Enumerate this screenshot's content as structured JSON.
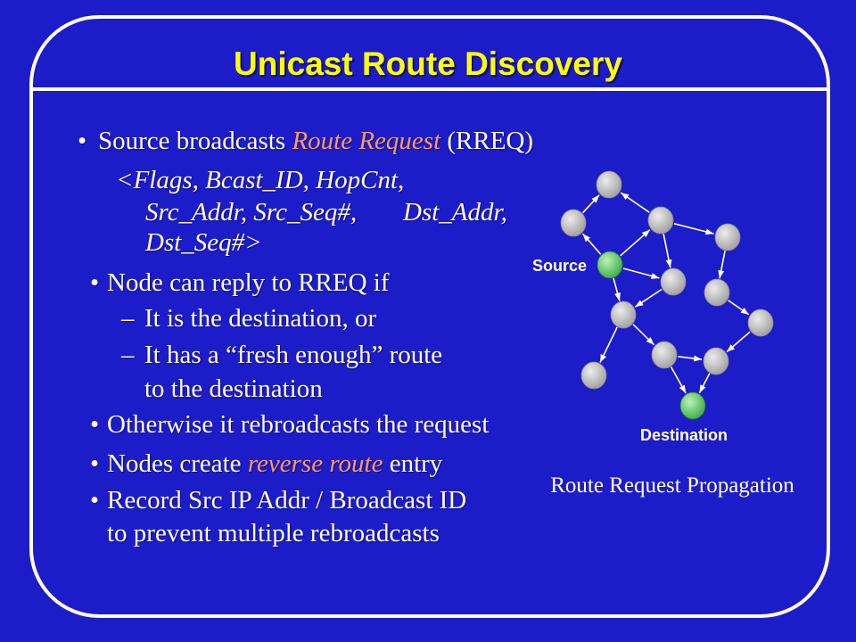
{
  "slide": {
    "title": "Unicast Route Discovery",
    "bullet_symbol": "•",
    "dash_symbol": "–"
  },
  "theme": {
    "background": "#1c1cc8",
    "frame": "#ffffff",
    "title_color": "#ffff00",
    "text_color": "#ffffff",
    "emphasis_color": "#ff9966",
    "relay_node_color": "#a3a3a3",
    "endpoint_node_color": "#45b04a"
  },
  "bullets": {
    "broadcast": {
      "before": "Source broadcasts ",
      "emphasis": "Route Request",
      "after": " (RREQ)",
      "format": {
        "line1": "<Flags, Bcast_ID, HopCnt,",
        "line2_left": "Src_Addr, Src_Seq#,",
        "line2_right": "Dst_Addr,",
        "line3": "Dst_Seq#>"
      }
    },
    "reply": {
      "text": "Node can reply to RREQ if",
      "conditions": [
        {
          "line1": "It is the destination, or"
        },
        {
          "line1": "It has a “fresh enough” route",
          "line2": "to the destination"
        }
      ]
    },
    "rebroadcast": {
      "text": "Otherwise it rebroadcasts the request"
    },
    "reverse_route": {
      "before": "Nodes create ",
      "emphasis": "reverse route",
      "after": " entry"
    },
    "record": {
      "line1": "Record Src IP Addr / Broadcast ID",
      "line2": "to prevent multiple rebroadcasts"
    }
  },
  "diagram": {
    "source_label": "Source",
    "destination_label": "Destination",
    "caption": "Route Request Propagation"
  }
}
